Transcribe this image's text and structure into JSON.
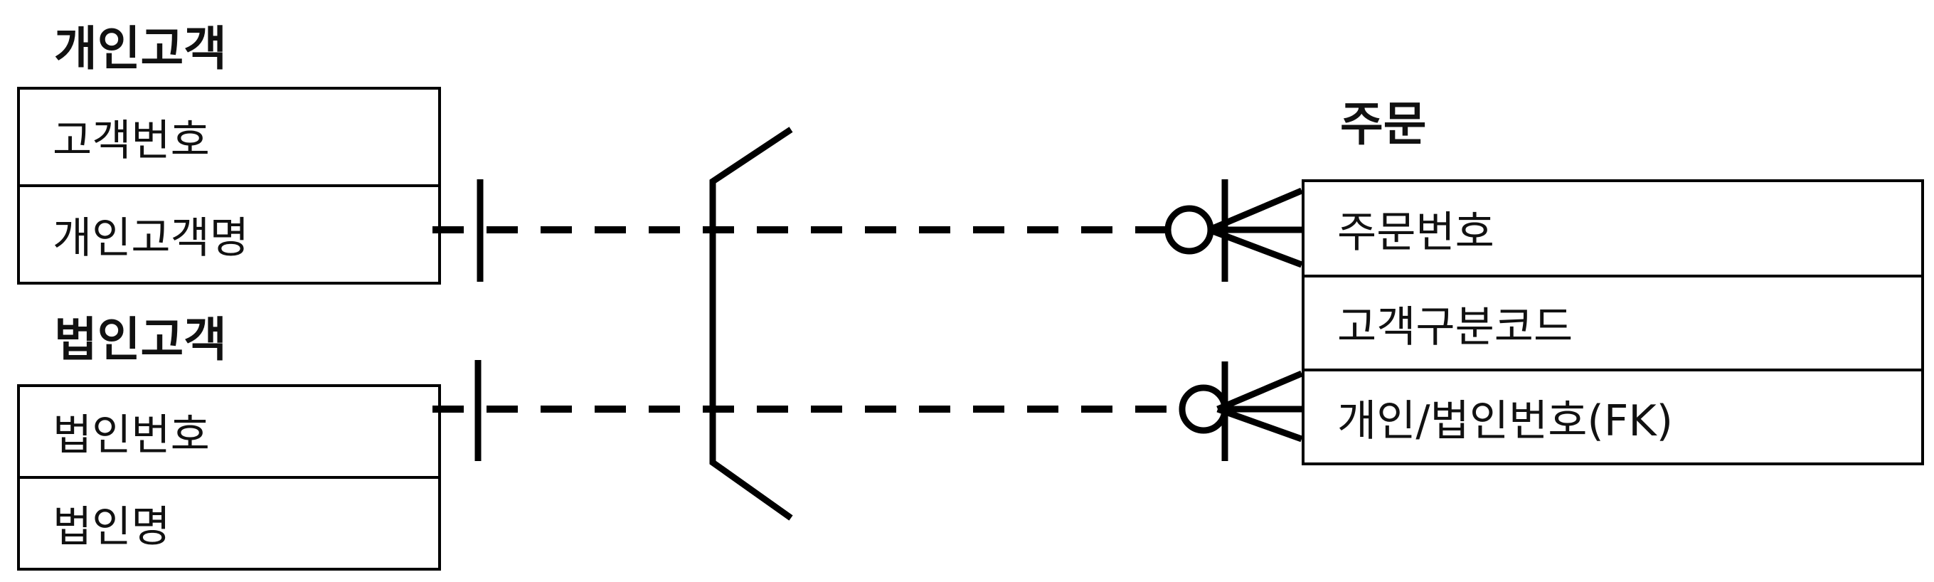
{
  "entities": {
    "individual": {
      "title": "개인고객",
      "attributes": [
        "고객번호",
        "개인고객명"
      ]
    },
    "corporate": {
      "title": "법인고객",
      "attributes": [
        "법인번호",
        "법인명"
      ]
    },
    "order": {
      "title": "주문",
      "attributes": [
        "주문번호",
        "고객구분코드",
        "개인/법인번호(FK)"
      ]
    }
  },
  "relationships": [
    {
      "from": "individual",
      "to": "order",
      "from_cardinality": "one",
      "to_cardinality": "zero-or-many",
      "identifying": false
    },
    {
      "from": "corporate",
      "to": "order",
      "from_cardinality": "one",
      "to_cardinality": "zero-or-many",
      "identifying": false
    }
  ],
  "exclusive_arc": true
}
